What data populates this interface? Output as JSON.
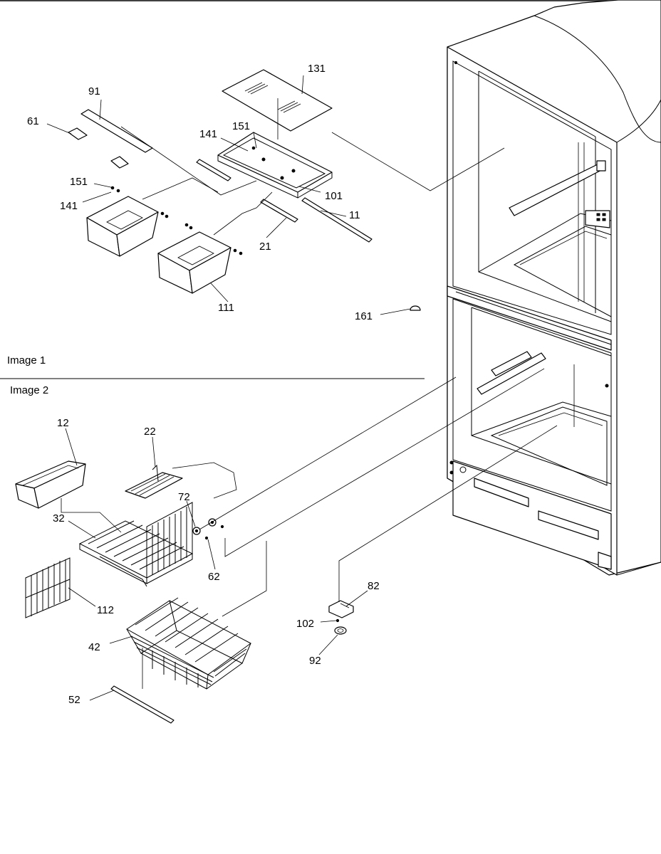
{
  "diagram": {
    "sections": [
      {
        "id": "image-1",
        "label": "Image 1"
      },
      {
        "id": "image-2",
        "label": "Image 2"
      }
    ],
    "callouts": [
      "131",
      "91",
      "61",
      "141",
      "151",
      "101",
      "11",
      "21",
      "151",
      "141",
      "111",
      "161",
      "12",
      "22",
      "72",
      "32",
      "62",
      "112",
      "42",
      "52",
      "82",
      "102",
      "92"
    ]
  }
}
